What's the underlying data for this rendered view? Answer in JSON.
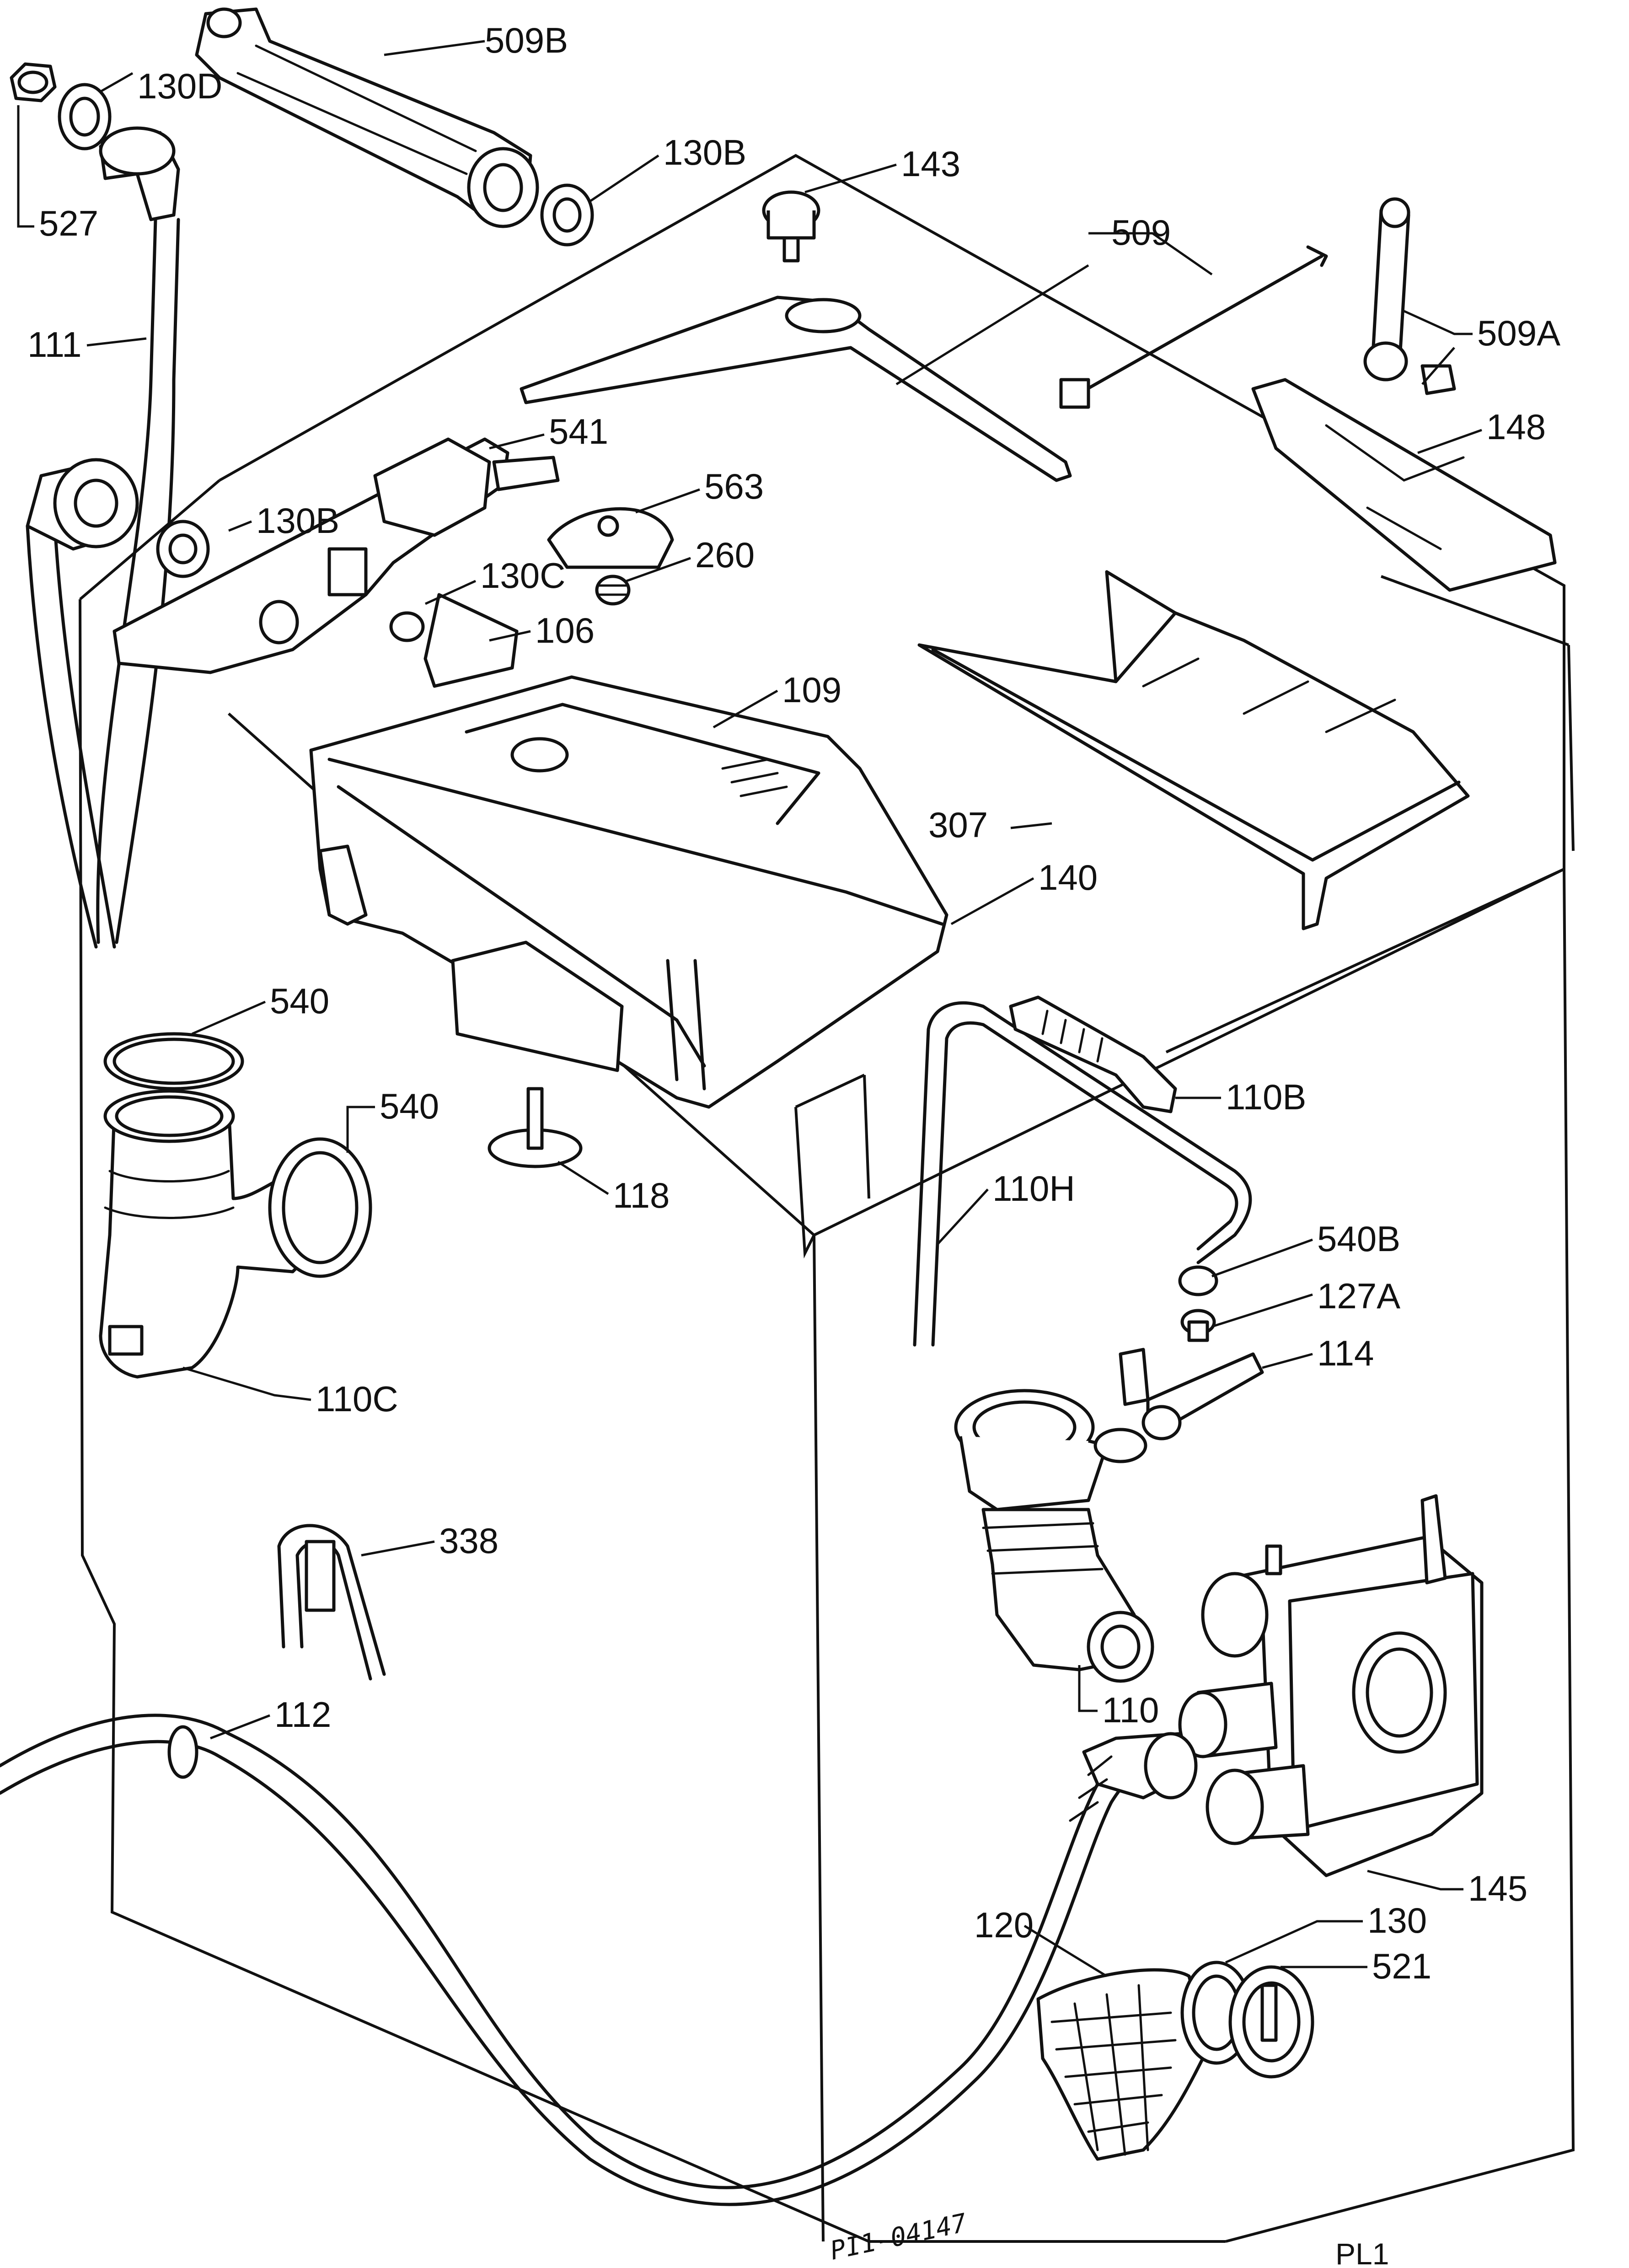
{
  "diagram": {
    "labels": {
      "p509B": "509B",
      "p130D": "130D",
      "p527": "527",
      "p130B_top": "130B",
      "p143": "143",
      "p509": "509",
      "p509A": "509A",
      "p111": "111",
      "p541": "541",
      "p563": "563",
      "p130B_mid": "130B",
      "p130C": "130C",
      "p260": "260",
      "p106": "106",
      "p148": "148",
      "p109": "109",
      "p307": "307",
      "p140": "140",
      "p540_top": "540",
      "p540_side": "540",
      "p110B": "110B",
      "p118": "118",
      "p110H": "110H",
      "p540B": "540B",
      "p127A": "127A",
      "p114": "114",
      "p110C": "110C",
      "p338": "338",
      "p110": "110",
      "p112": "112",
      "p145": "145",
      "p130": "130",
      "p120": "120",
      "p521": "521"
    },
    "drawing_number": "PI1-04147",
    "page_code": "PL1"
  }
}
